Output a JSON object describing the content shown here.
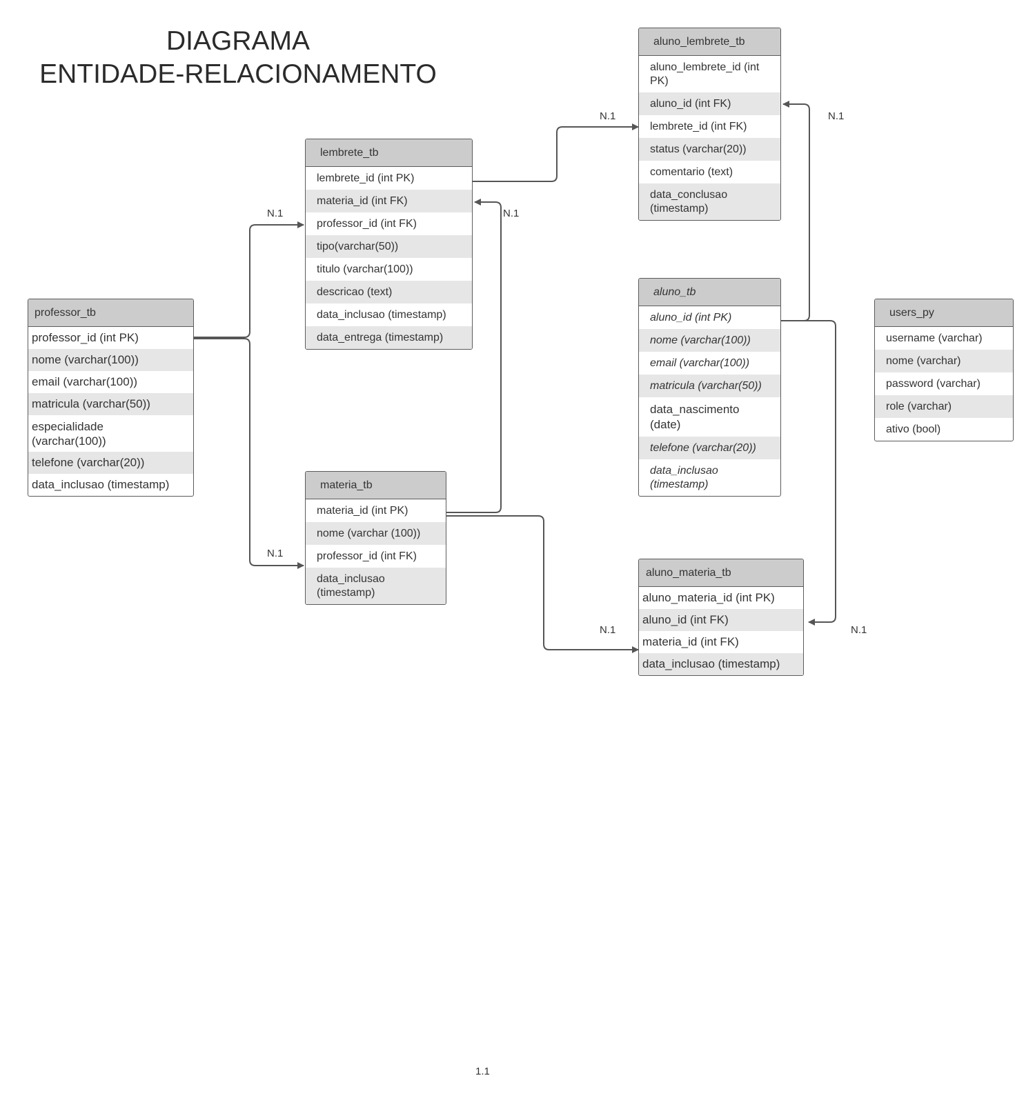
{
  "title": {
    "line1": "DIAGRAMA",
    "line2": "ENTIDADE-RELACIONAMENTO"
  },
  "entities": {
    "professor": {
      "name": "professor_tb",
      "fields": [
        "professor_id (int PK)",
        "nome (varchar(100))",
        "email (varchar(100))",
        "matricula (varchar(50))",
        "especialidade (varchar(100))",
        "telefone (varchar(20))",
        "data_inclusao (timestamp)"
      ]
    },
    "lembrete": {
      "name": "lembrete_tb",
      "fields": [
        "lembrete_id (int PK)",
        "materia_id (int FK)",
        "professor_id (int FK)",
        "tipo(varchar(50))",
        "titulo (varchar(100))",
        "descricao (text)",
        "data_inclusao (timestamp)",
        "data_entrega (timestamp)"
      ]
    },
    "materia": {
      "name": "materia_tb",
      "fields": [
        "materia_id (int PK)",
        "nome (varchar (100))",
        "professor_id (int FK)",
        "data_inclusao (timestamp)"
      ]
    },
    "aluno_lembrete": {
      "name": "aluno_lembrete_tb",
      "fields": [
        "aluno_lembrete_id (int PK)",
        "aluno_id (int FK)",
        "lembrete_id (int FK)",
        "status (varchar(20))",
        "comentario (text)",
        "data_conclusao (timestamp)"
      ]
    },
    "aluno": {
      "name": "aluno_tb",
      "fields": [
        "aluno_id (int PK)",
        "nome (varchar(100))",
        "email (varchar(100))",
        "matricula (varchar(50))",
        "data_nascimento (date)",
        "telefone (varchar(20))",
        "data_inclusao (timestamp)"
      ]
    },
    "aluno_materia": {
      "name": "aluno_materia_tb",
      "fields": [
        "aluno_materia_id (int PK)",
        "aluno_id (int FK)",
        "materia_id (int FK)",
        "data_inclusao (timestamp)"
      ]
    },
    "users": {
      "name": "users_py",
      "fields": [
        "username (varchar)",
        "nome (varchar)",
        "password (varchar)",
        "role (varchar)",
        "ativo (bool)"
      ]
    }
  },
  "cardinality": {
    "professor_lembrete": "N.1",
    "professor_materia": "N.1",
    "materia_lembrete": "N.1",
    "lembrete_aluno_lembrete": "N.1",
    "aluno_aluno_lembrete": "N.1",
    "materia_aluno_materia": "N.1",
    "aluno_aluno_materia": "N.1"
  },
  "page_number": "1.1",
  "colors": {
    "header": "#cccccc",
    "alt_row": "#e6e6e6",
    "border": "#5a5a5a",
    "line": "#555555"
  }
}
